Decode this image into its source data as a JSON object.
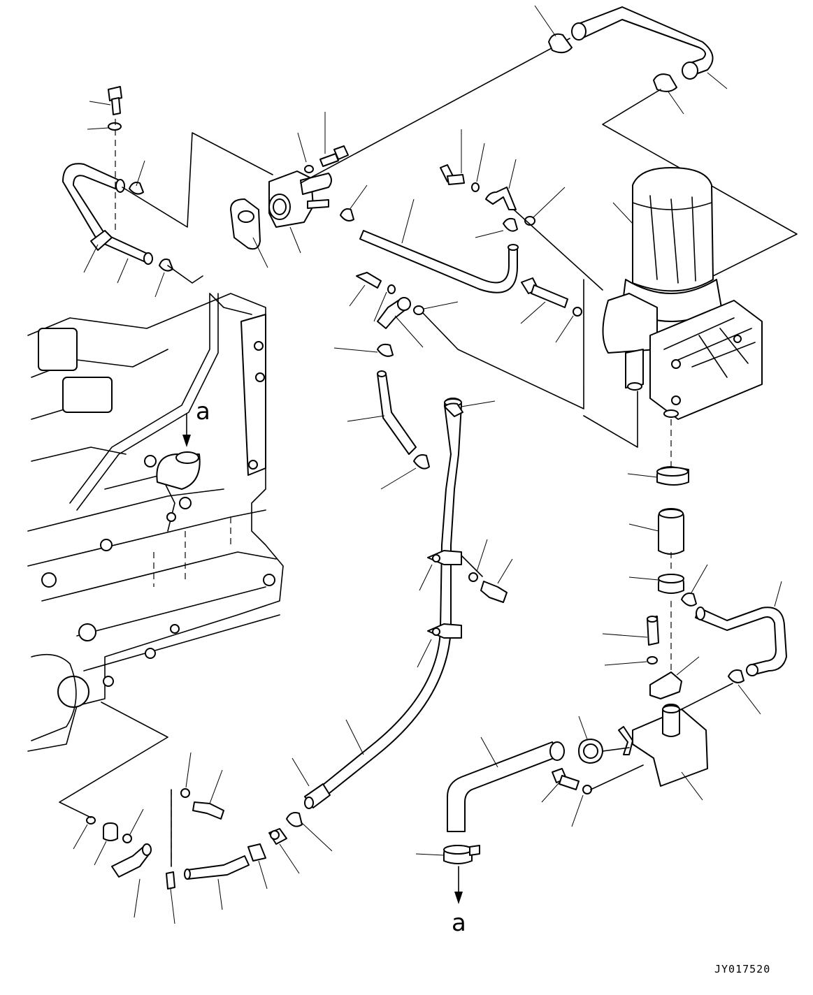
{
  "diagram": {
    "drawing_code": "JY017520",
    "view_marker_upper": "a",
    "view_marker_lower": "a"
  }
}
